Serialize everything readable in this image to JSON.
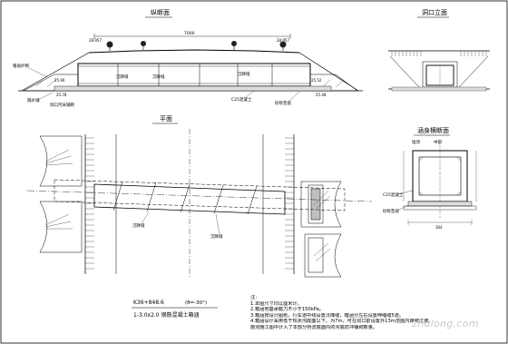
{
  "titles": {
    "longitudinal": "纵断面",
    "portal": "洞口立面",
    "plan": "平面",
    "culvert_section": "涵身横断面"
  },
  "dims": {
    "overall_length": "7000",
    "elev_top_left": "28.957",
    "elev_top_right": "28.957",
    "elev_left_a": "25.90",
    "elev_left_b": "25.78",
    "elev_right_a": "25.52",
    "elev_right_b": "25.48",
    "section_width": "304"
  },
  "labels": {
    "slope_protection": "锥坡护砌",
    "settlement_joint_1": "沉降缝",
    "settlement_joint_2": "沉降缝",
    "settlement_joint_3": "沉降缝",
    "aggregate_base": "砂砾垫层",
    "c25_concrete": "C25混凝土",
    "paving": "隔水铺",
    "portal_paving": "洞口河床铺砌",
    "wall_label": "墙顶",
    "center_label": "中部",
    "section_c25": "C25混凝土",
    "section_base": "砂砾垫层",
    "plan_joint_1": "沉降缝",
    "plan_joint_2": "沉降缝"
  },
  "caption": {
    "station": "K36+848.6",
    "skew": "(θ=-30°)",
    "name": "1-3.0x2.0  钢筋混凝土箱涵"
  },
  "notes": [
    "注：",
    "1.本图尺寸均以厘米计。",
    "2.箱涵地基承载力不小于150kPa。",
    "3.箱涵按设计图纸，行车道中线设置沉降缝，箱涵分左右设置伸缩缝5道。",
    "4.箱涵设计采用低于现状沟底面以下。为7m，可在洞口前设置外13m范围内锥坡过渡。",
    "  施测施工图中计入了本部分桥流底面内的沟底防冲铺砌数量。"
  ],
  "watermark": "zhulong.com"
}
